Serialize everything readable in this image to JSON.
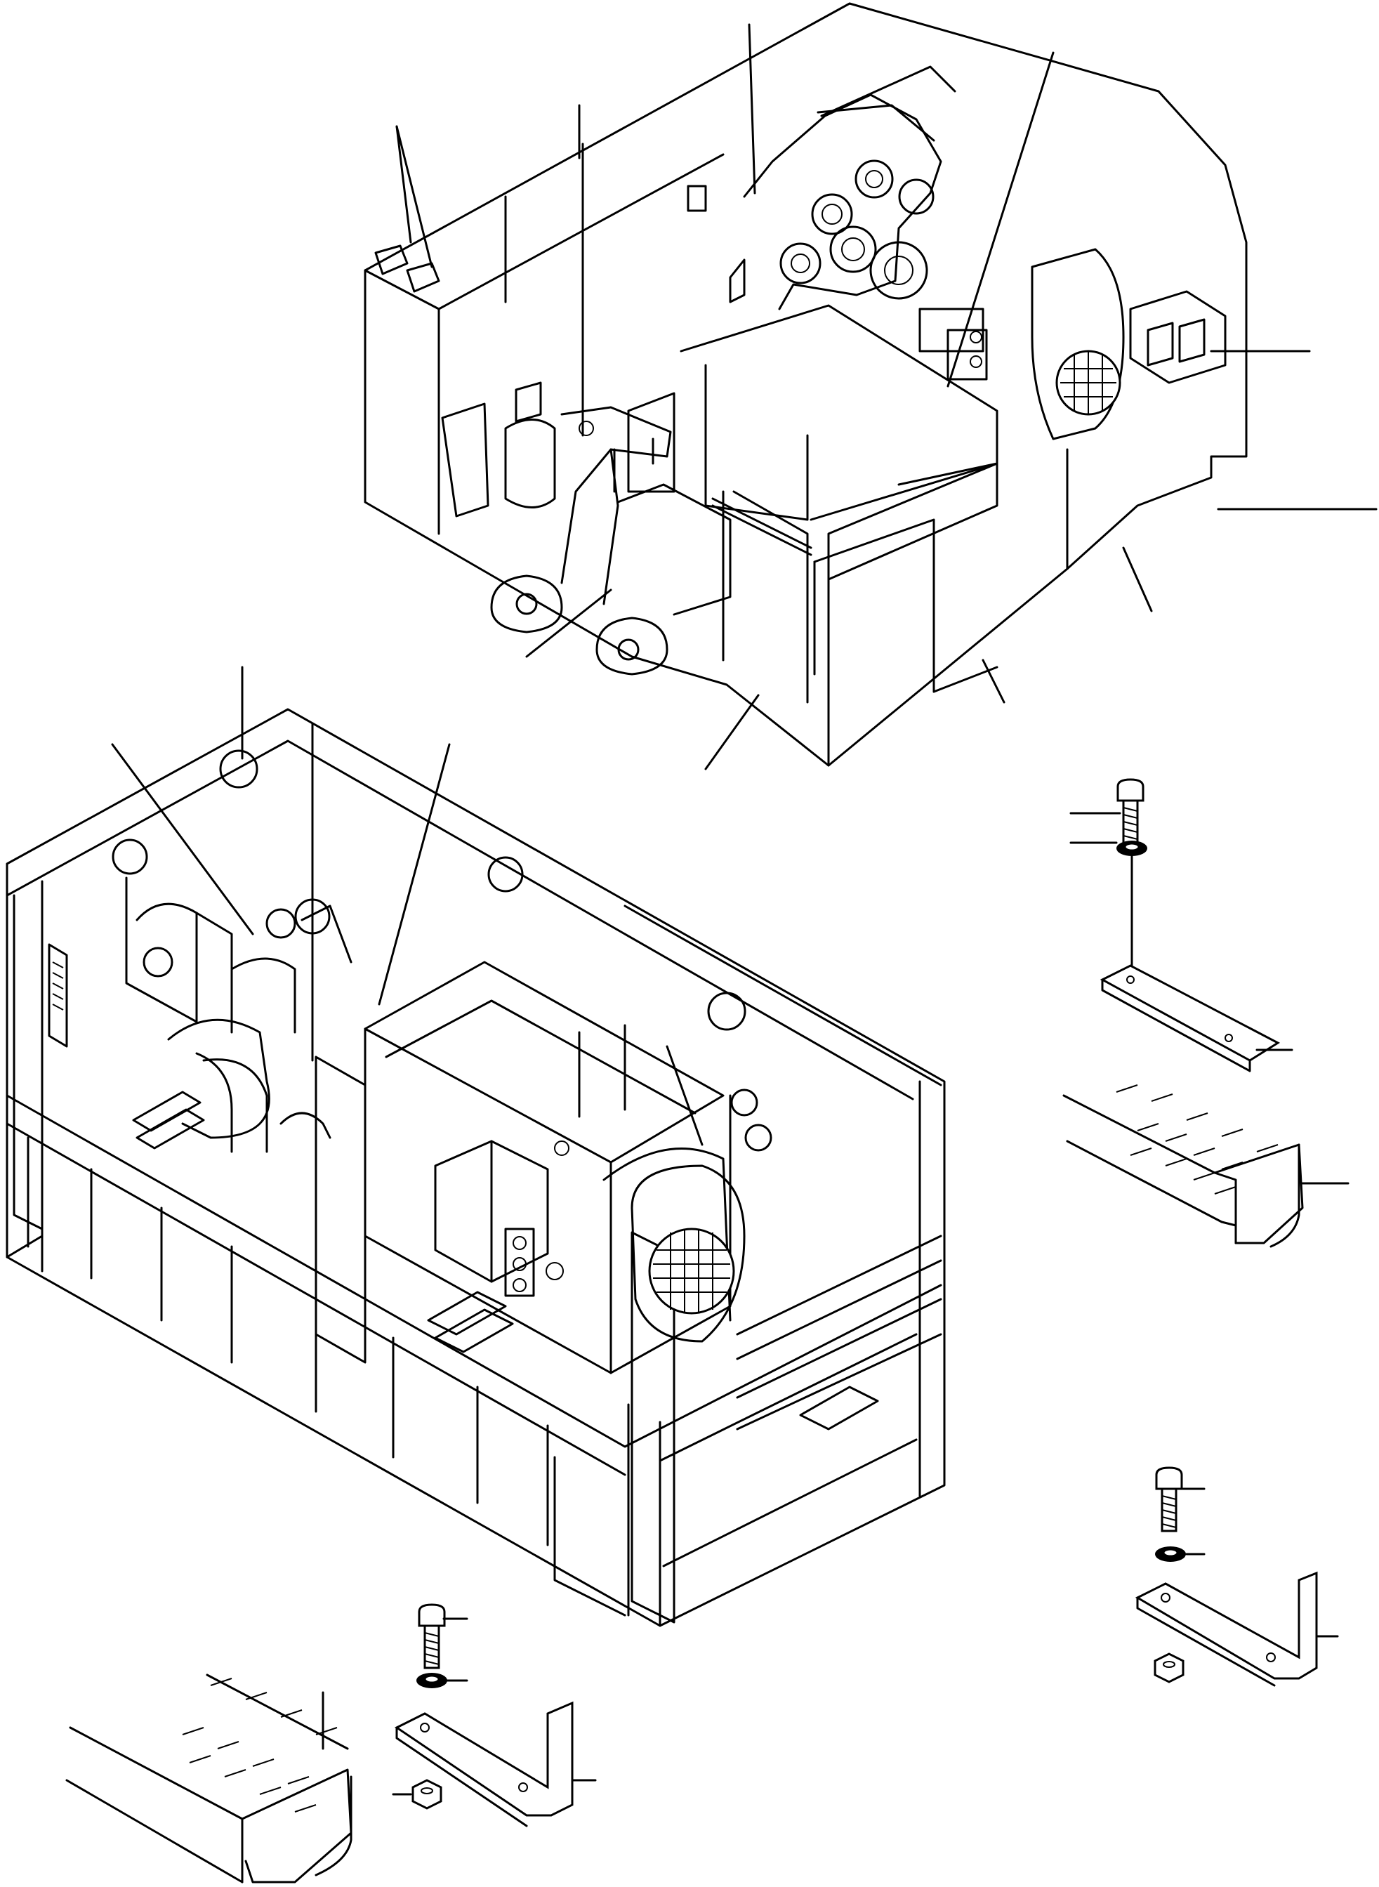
{
  "drawing": {
    "type": "exploded-parts-diagram",
    "line_color": "#000000",
    "background": "#ffffff",
    "components": [
      "engine-compartment-assembly",
      "generator-frame-assembly",
      "bolt-washer-plate-set-right-upper",
      "cable-tray-right",
      "bolt-washer-nut-bracket-set-right-lower",
      "cable-tray-left",
      "bolt-washer-nut-bracket-set-left-lower"
    ]
  }
}
